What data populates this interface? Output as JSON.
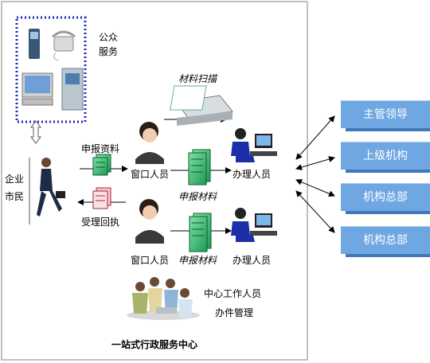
{
  "public_service_line1": "公众",
  "public_service_line2": "服务",
  "citizen_line1": "企业",
  "citizen_line2": "市民",
  "submit_materials": "申报资料",
  "receipt": "受理回执",
  "window_staff_top": "窗口人员",
  "window_staff_bottom": "窗口人员",
  "handler_top": "办理人员",
  "handler_bottom": "办理人员",
  "material_scan": "材料扫描",
  "report_material_top": "申报材料",
  "report_material_bottom": "申报材料",
  "center_staff": "中心工作人员",
  "case_management": "办件管理",
  "center_title": "一站式行政服务中心",
  "right_boxes": [
    "主管领导",
    "上级机构",
    "机构总部",
    "机构总部"
  ]
}
